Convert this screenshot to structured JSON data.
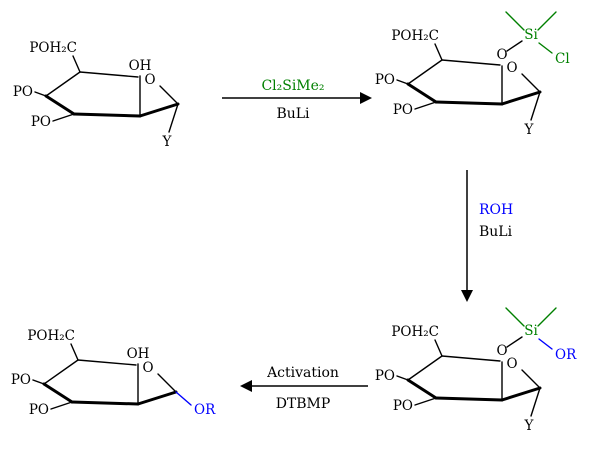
{
  "colors": {
    "bond": "#000000",
    "heteroatom_green": "#008000",
    "r_group_blue": "#0000ff",
    "background": "#ffffff"
  },
  "molecules": {
    "top_left": {
      "ch2op": "POH₂C",
      "c2": "OH",
      "ring_o": "O",
      "po1": "PO",
      "po2": "PO",
      "anomeric": "Y"
    },
    "top_right": {
      "ch2op": "POH₂C",
      "c2_o": "O",
      "si": "Si",
      "cl": "Cl",
      "ring_o": "O",
      "po1": "PO",
      "po2": "PO",
      "anomeric": "Y"
    },
    "bottom_right": {
      "ch2op": "POH₂C",
      "c2_o": "O",
      "si": "Si",
      "or": "OR",
      "ring_o": "O",
      "po1": "PO",
      "po2": "PO",
      "anomeric": "Y"
    },
    "bottom_left": {
      "ch2op": "POH₂C",
      "c2": "OH",
      "ring_o": "O",
      "po1": "PO",
      "po2": "PO",
      "anomeric": "OR"
    }
  },
  "arrows": {
    "step1": {
      "above": "Cl₂SiMe₂",
      "below": "BuLi",
      "direction": "right"
    },
    "step2": {
      "above": "ROH",
      "below": "BuLi",
      "direction": "down"
    },
    "step3": {
      "above": "Activation",
      "below": "DTBMP",
      "direction": "left"
    }
  }
}
